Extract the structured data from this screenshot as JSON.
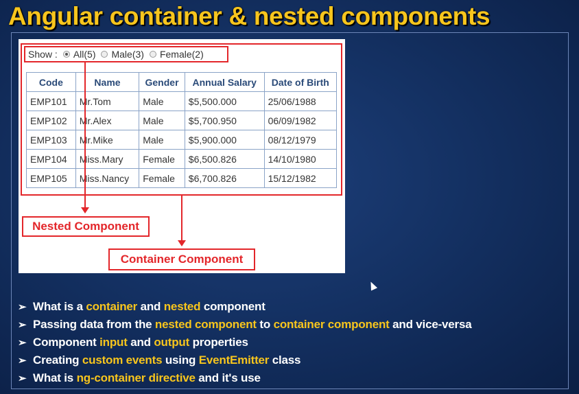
{
  "title": "Angular container & nested components",
  "filter": {
    "show_label": "Show :",
    "options": [
      "All(5)",
      "Male(3)",
      "Female(2)"
    ],
    "selected_index": 0
  },
  "table": {
    "headers": [
      "Code",
      "Name",
      "Gender",
      "Annual Salary",
      "Date of Birth"
    ],
    "rows": [
      [
        "EMP101",
        "Mr.Tom",
        "Male",
        "$5,500.000",
        "25/06/1988"
      ],
      [
        "EMP102",
        "Mr.Alex",
        "Male",
        "$5,700.950",
        "06/09/1982"
      ],
      [
        "EMP103",
        "Mr.Mike",
        "Male",
        "$5,900.000",
        "08/12/1979"
      ],
      [
        "EMP104",
        "Miss.Mary",
        "Female",
        "$6,500.826",
        "14/10/1980"
      ],
      [
        "EMP105",
        "Miss.Nancy",
        "Female",
        "$6,700.826",
        "15/12/1982"
      ]
    ]
  },
  "labels": {
    "nested": "Nested Component",
    "container": "Container Component"
  },
  "bullets": [
    [
      {
        "t": "What is a ",
        "h": false
      },
      {
        "t": "container",
        "h": true
      },
      {
        "t": " and ",
        "h": false
      },
      {
        "t": "nested",
        "h": true
      },
      {
        "t": " component",
        "h": false
      }
    ],
    [
      {
        "t": "Passing data from the ",
        "h": false
      },
      {
        "t": "nested component",
        "h": true
      },
      {
        "t": " to ",
        "h": false
      },
      {
        "t": "container component",
        "h": true
      },
      {
        "t": " and vice-versa",
        "h": false
      }
    ],
    [
      {
        "t": "Component ",
        "h": false
      },
      {
        "t": "input",
        "h": true
      },
      {
        "t": " and ",
        "h": false
      },
      {
        "t": "output",
        "h": true
      },
      {
        "t": " properties",
        "h": false
      }
    ],
    [
      {
        "t": "Creating ",
        "h": false
      },
      {
        "t": "custom events",
        "h": true
      },
      {
        "t": " using ",
        "h": false
      },
      {
        "t": "EventEmitter",
        "h": true
      },
      {
        "t": " class",
        "h": false
      }
    ],
    [
      {
        "t": "What is ",
        "h": false
      },
      {
        "t": "ng-container directive",
        "h": true
      },
      {
        "t": " and it's use",
        "h": false
      }
    ]
  ],
  "bullet_glyph": "➢",
  "colors": {
    "accent": "#f7c51d",
    "annotation_red": "#e3262a",
    "background": "#143163"
  }
}
